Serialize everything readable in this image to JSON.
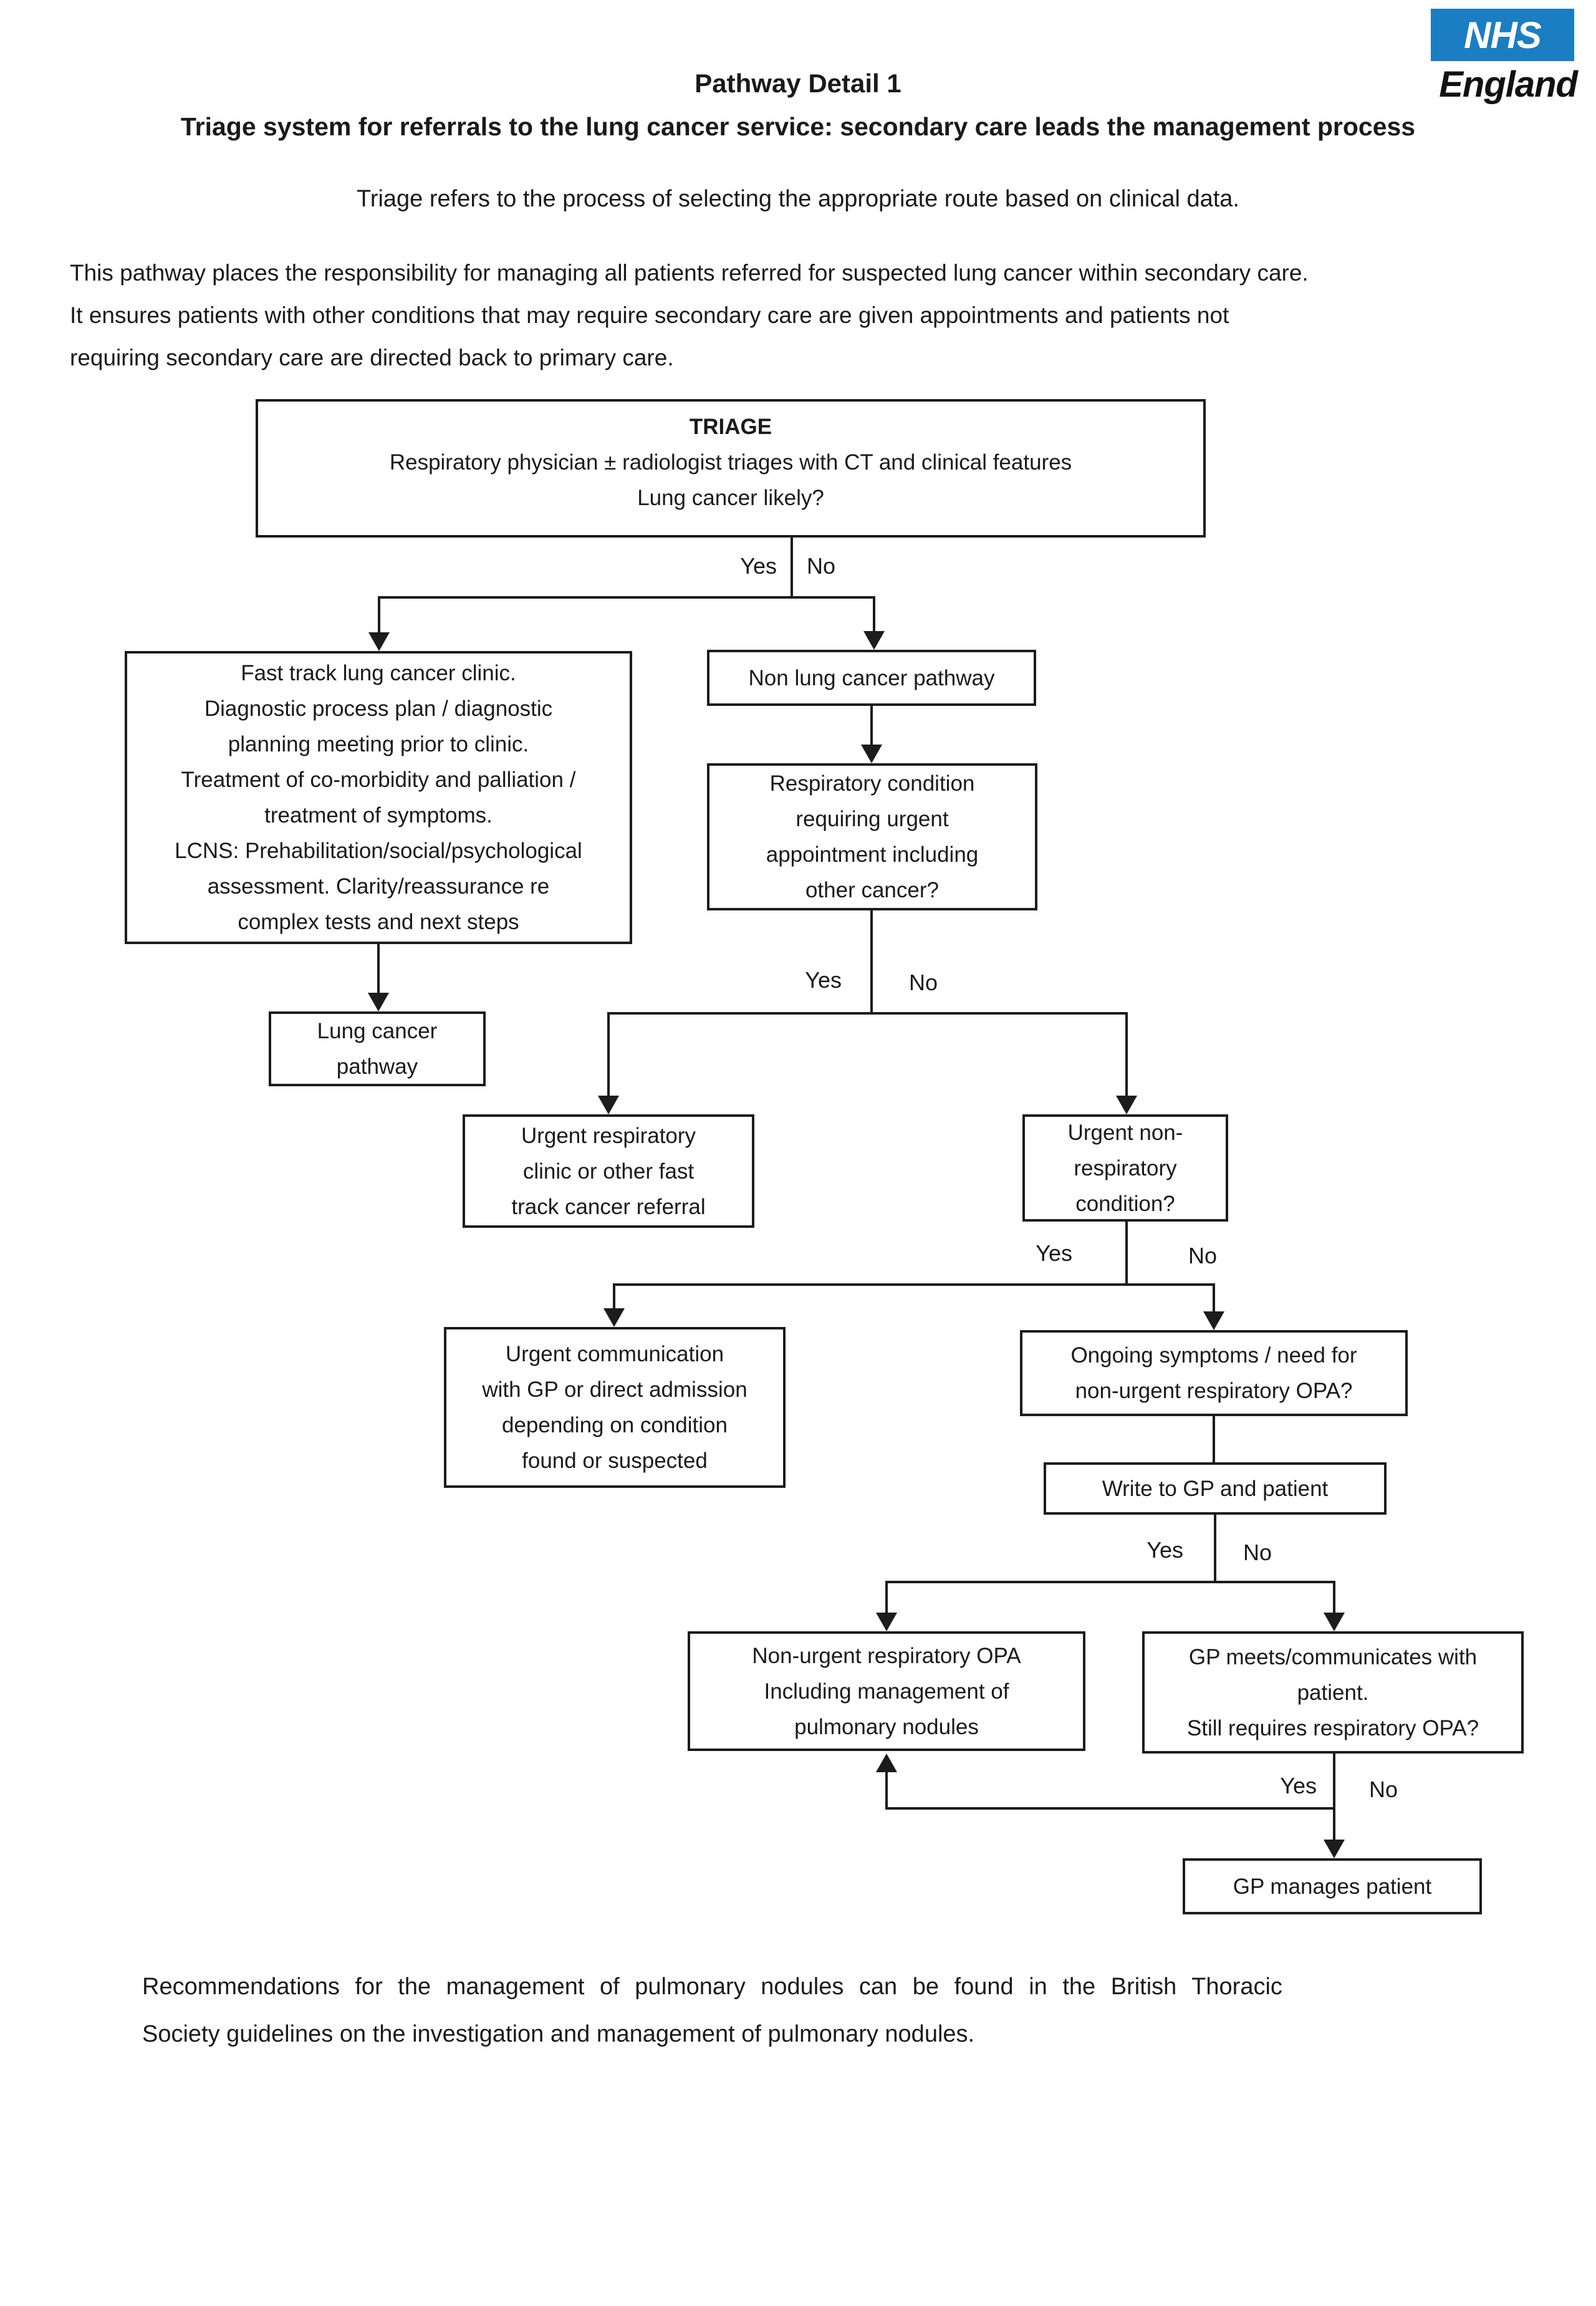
{
  "logo": {
    "nhs": "NHS",
    "england": "England"
  },
  "colors": {
    "nhs_blue": "#1b7ec3",
    "ink": "#1a1a1a"
  },
  "header": {
    "doc_title": "Pathway Detail 1",
    "heading": "Triage system for referrals to the lung cancer service: secondary care leads the management process",
    "subtitle": "Triage refers to the process of selecting the appropriate route based on clinical data.",
    "intro": "This pathway places the responsibility for managing all patients referred for suspected lung cancer within secondary care.\nIt ensures patients with other conditions that may require secondary care are given appointments and patients not\nrequiring secondary care are directed back to primary care."
  },
  "flowchart": {
    "labels": {
      "yes": "Yes",
      "no": "No"
    },
    "nodes": {
      "triage_title": "TRIAGE",
      "triage_line1": "Respiratory physician ± radiologist triages with CT and clinical features",
      "triage_line2": "Lung cancer likely?",
      "fast_track": "Fast track lung cancer clinic.\nDiagnostic process plan / diagnostic\nplanning meeting prior to clinic.\nTreatment of co-morbidity and palliation /\ntreatment of symptoms.\nLCNS: Prehabilitation/social/psychological\nassessment. Clarity/reassurance re\ncomplex tests and next steps",
      "non_lung": "Non lung cancer pathway",
      "resp_condition": "Respiratory condition\nrequiring urgent\nappointment including\nother cancer?",
      "lung_pathway": "Lung cancer\npathway",
      "urgent_resp": "Urgent respiratory\nclinic or other fast\ntrack cancer referral",
      "urgent_non_resp": "Urgent non-\nrespiratory\ncondition?",
      "urgent_comm": "Urgent communication\nwith GP or direct admission\ndepending on condition\nfound or suspected",
      "ongoing": "Ongoing symptoms / need for\nnon-urgent respiratory OPA?",
      "write_gp": "Write to GP and patient",
      "non_urgent_opa": "Non-urgent respiratory OPA\nIncluding management of\npulmonary nodules",
      "gp_meets": "GP meets/communicates with\npatient.\nStill requires respiratory OPA?",
      "gp_manages": "GP manages patient"
    }
  },
  "footer": {
    "line1": "Recommendations for the management of pulmonary nodules can be found in the British Thoracic",
    "line2": "Society guidelines on the investigation and management of pulmonary nodules."
  }
}
